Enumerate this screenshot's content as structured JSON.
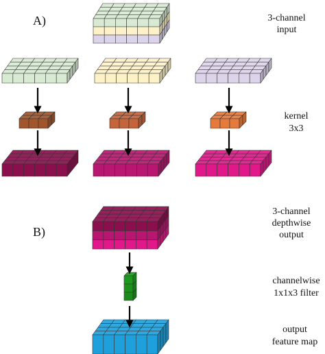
{
  "labels": {
    "part_a": "A)",
    "part_b": "B)",
    "input": [
      "3-channel",
      "input"
    ],
    "kernel": [
      "kernel",
      "3x3"
    ],
    "depthwise": [
      "3-channel",
      "depthwise",
      "output"
    ],
    "filter": [
      "channelwise",
      "1x1x3 filter"
    ],
    "output": [
      "output",
      "feature map"
    ]
  },
  "colors": {
    "input_ch1": "#d8ead2",
    "input_ch2": "#fdf1c7",
    "input_ch3": "#ddd3ea",
    "kernel_1": "#a0552c",
    "kernel_2": "#c4643a",
    "kernel_3": "#e67a3c",
    "dw_out_1": "#8a0f4c",
    "dw_out_2": "#b81670",
    "dw_out_3": "#e0188a",
    "filter": "#1d9a1d",
    "feature_map": "#1ea0dc",
    "arrow": "#000000"
  },
  "icons": [
    "down-arrow-icon"
  ]
}
